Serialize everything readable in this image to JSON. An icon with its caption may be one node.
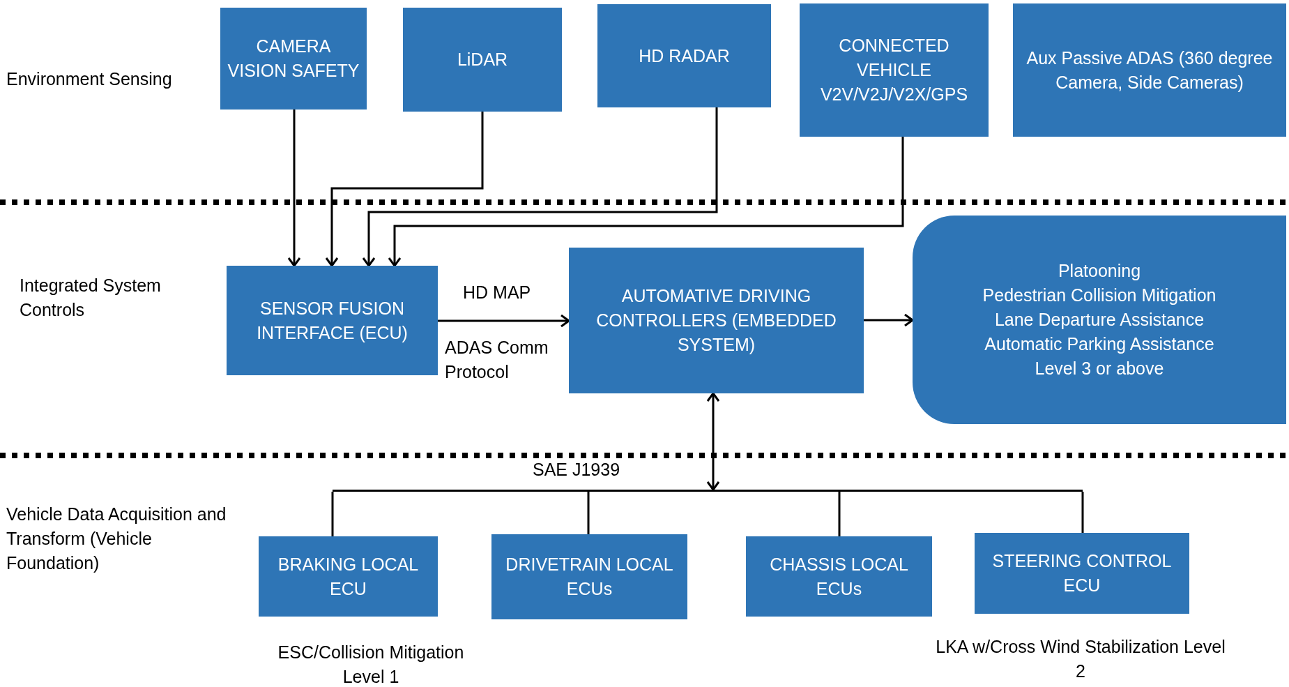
{
  "diagram": {
    "nodes": [
      {
        "text": [
          "CAMERA VISION SAFETY"
        ]
      },
      {
        "text": [
          "LiDAR"
        ]
      },
      {
        "text": [
          "HD RADAR"
        ]
      },
      {
        "text": [
          "CONNECTED VEHICLE V2V/V2J/V2X/GPS"
        ]
      },
      {
        "text": [
          "Aux Passive ADAS (360 degree Camera, Side Cameras)"
        ]
      },
      {
        "text": [
          "SENSOR FUSION INTERFACE (ECU)"
        ]
      },
      {
        "text": [
          "AUTOMATIVE DRIVING CONTROLLERS (EMBEDDED SYSTEM)"
        ]
      },
      {
        "text": [
          "Platooning",
          "Pedestrian Collision Mitigation",
          "Lane Departure Assistance",
          "Automatic Parking Assistance",
          "Level 3 or above"
        ]
      },
      {
        "text": [],
        "shape": "bar"
      },
      {
        "text": [
          "BRAKING LOCAL ECU"
        ],
        "beside": [
          "ESC/Collision Mitigation Level 1"
        ]
      },
      {
        "text": [
          "DRIVETRAIN LOCAL ECUs"
        ]
      },
      {
        "text": [
          "CHASSIS LOCAL ECUs"
        ]
      },
      {
        "text": [
          "STEERING CONTROL ECU"
        ],
        "beside": [
          "LKA w/Cross Wind Stabilization Level 2"
        ]
      }
    ],
    "edges": [
      {
        "from": 0,
        "to": 5,
        "arrow": "to"
      },
      {
        "from": 1,
        "to": 5,
        "arrow": "to"
      },
      {
        "from": 2,
        "to": 5,
        "arrow": "to"
      },
      {
        "from": 3,
        "to": 5,
        "arrow": "to"
      },
      {
        "from": 5,
        "to": 6,
        "arrow": "to",
        "label": "HD MAP"
      },
      {
        "from": 6,
        "to": 7,
        "arrow": "to"
      },
      {
        "from": 6,
        "to": 8,
        "arrow": "both"
      },
      {
        "from": 8,
        "to": 9,
        "arrow": "none"
      },
      {
        "from": 8,
        "to": 10,
        "arrow": "none"
      },
      {
        "from": 8,
        "to": 11,
        "arrow": "none"
      },
      {
        "from": 8,
        "to": 12,
        "arrow": "none"
      }
    ],
    "labels": [
      "Environment Sensing",
      "Integrated System Controls",
      "Vehicle Data Acquisition and Transform (Vehicle Foundation)",
      "ADAS Comm Protocol",
      "SAE J1939"
    ]
  }
}
